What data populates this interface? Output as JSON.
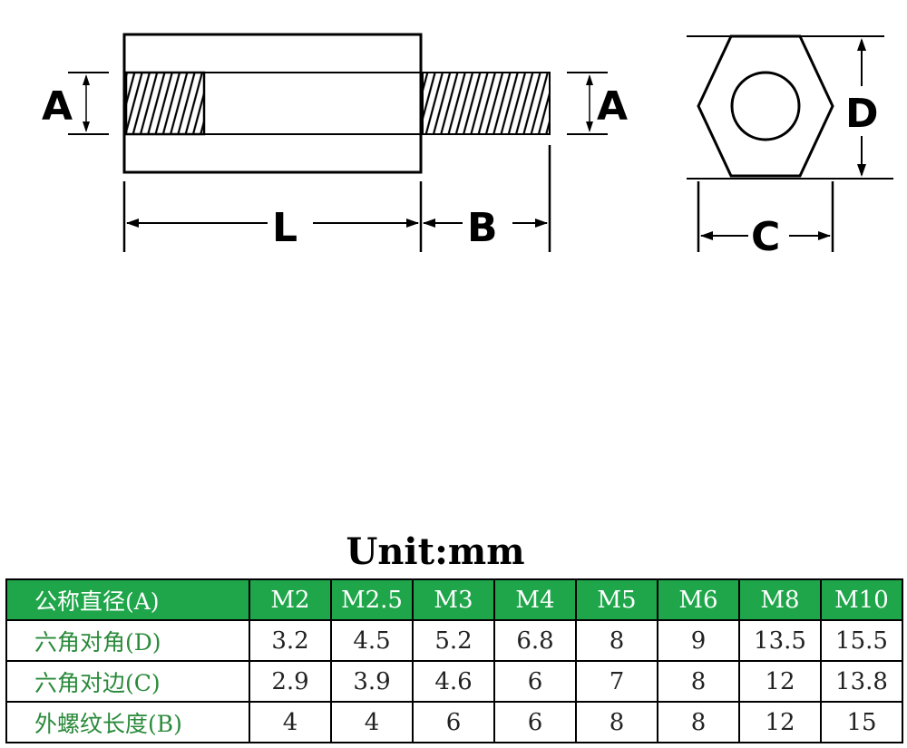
{
  "dimensions": {
    "a_left": "A",
    "a_right": "A",
    "l": "L",
    "b": "B",
    "c": "C",
    "d": "D"
  },
  "unit_label": "Unit:mm",
  "table": {
    "header_label": "公称直径(A)",
    "sizes": [
      "M2",
      "M2.5",
      "M3",
      "M4",
      "M5",
      "M6",
      "M8",
      "M10"
    ],
    "rows": [
      {
        "label": "六角对角(D)",
        "values": [
          "3.2",
          "4.5",
          "5.2",
          "6.8",
          "8",
          "9",
          "13.5",
          "15.5"
        ]
      },
      {
        "label": "六角对边(C)",
        "values": [
          "2.9",
          "3.9",
          "4.6",
          "6",
          "7",
          "8",
          "12",
          "13.8"
        ]
      },
      {
        "label": "外螺纹长度(B)",
        "values": [
          "4",
          "4",
          "6",
          "6",
          "8",
          "8",
          "12",
          "15"
        ]
      }
    ]
  },
  "colors": {
    "header_bg": "#1fa64a",
    "header_text": "#ffffff",
    "row_label_text": "#2a8a3a"
  }
}
